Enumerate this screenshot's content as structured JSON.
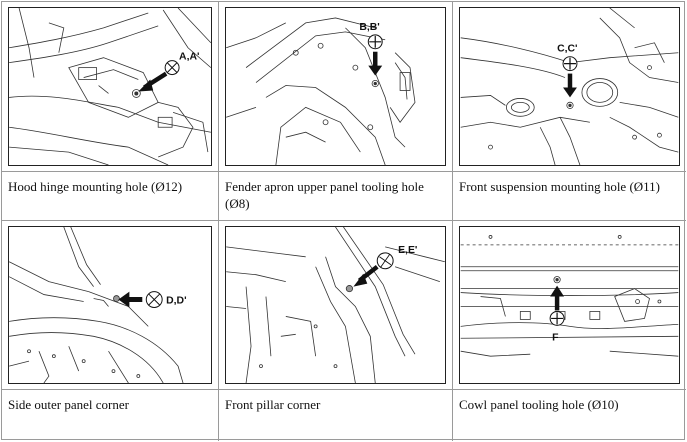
{
  "rows": [
    {
      "cells": [
        {
          "callout": "A,A'",
          "caption": "Hood hinge mounting hole (Ø12)"
        },
        {
          "callout": "B,B'",
          "caption": "Fender apron upper panel tooling hole (Ø8)"
        },
        {
          "callout": "C,C'",
          "caption": "Front suspension mounting hole (Ø11)"
        }
      ]
    },
    {
      "cells": [
        {
          "callout": "D,D'",
          "caption": "Side outer panel corner"
        },
        {
          "callout": "E,E'",
          "caption": "Front pillar corner"
        },
        {
          "callout": "F",
          "caption": "Cowl panel tooling hole (Ø10)"
        }
      ]
    }
  ]
}
